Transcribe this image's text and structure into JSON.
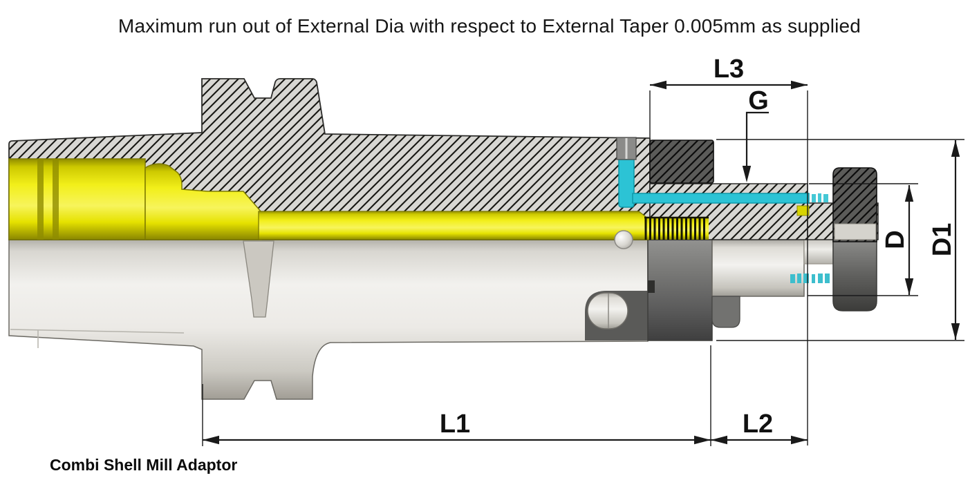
{
  "title": "Maximum run out of External Dia with respect to External Taper 0.005mm as supplied",
  "product_label": "Combi Shell Mill Adaptor",
  "dimension_labels": {
    "L1": "L1",
    "L2": "L2",
    "L3": "L3",
    "G": "G",
    "D": "D",
    "D1": "D1"
  },
  "colors": {
    "drawbar_yellow": "#ece800",
    "coolant_cyan": "#2cc3d5",
    "hatch_body_gray": "#d8d7d3",
    "dark_component_gray": "#555553",
    "dimension_line_black": "#1a1a1a",
    "background": "#ffffff"
  }
}
